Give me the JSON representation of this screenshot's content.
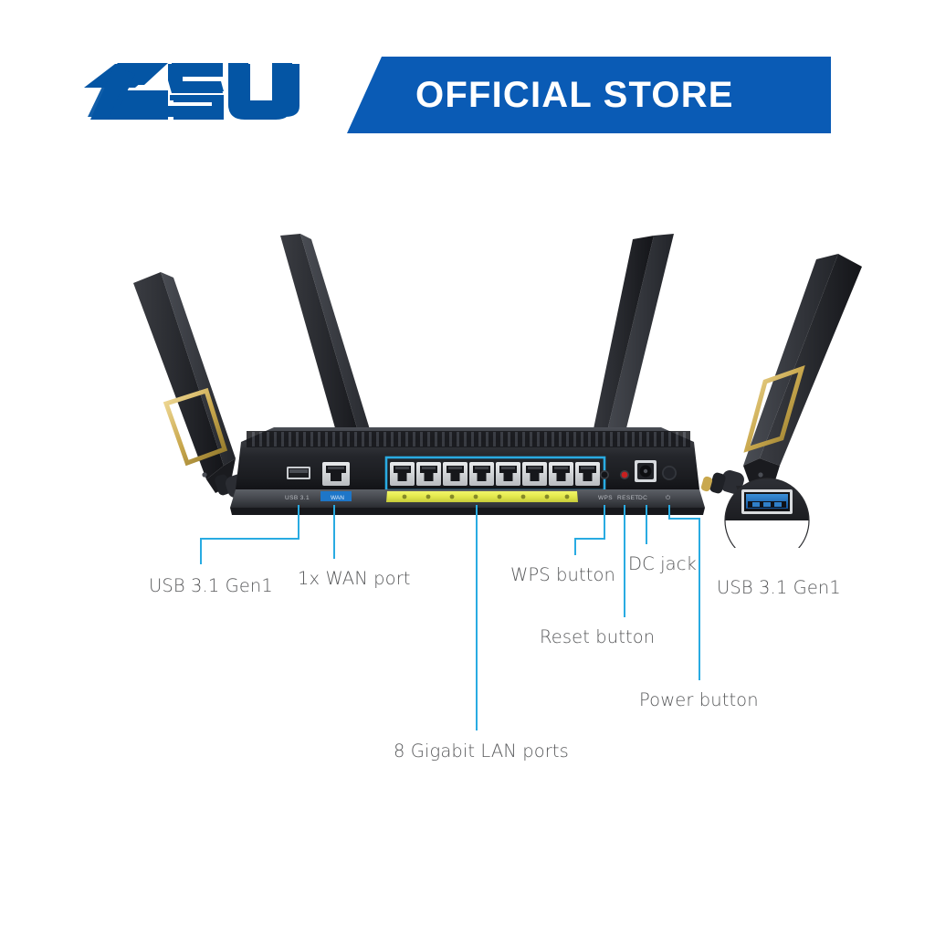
{
  "header": {
    "brand_logo": "asus-logo",
    "brand_name": "ASUS",
    "banner_text": "OFFICIAL STORE",
    "brand_color": "#0455a4",
    "banner_color": "#0a5bb5",
    "banner_text_color": "#ffffff"
  },
  "product": {
    "name": "wireless-router-rear-view",
    "body_color": "#1c1d21",
    "accent_gold": "#d9bd63",
    "led_strip_color": "#e8ec52",
    "highlight_box_color": "#29abe2",
    "antenna_count": 4,
    "lan_port_count": 8,
    "ports": {
      "usb": "USB 3.1 Gen1",
      "wan": "WAN",
      "lan": "LAN",
      "wps_mark": "WPS",
      "reset_mark": "RESET",
      "dc_mark": "DC",
      "power_mark": "power"
    }
  },
  "inset": {
    "name": "usb-zoom-bubble",
    "port_color": "#1b72c4",
    "bubble_color": "#232428"
  },
  "callouts": {
    "line_color": "#29abe2",
    "text_color": "#58595b",
    "items": [
      {
        "id": "usb-3-1-gen1-left",
        "label": "USB 3.1 Gen1"
      },
      {
        "id": "wan-port",
        "label": "1x WAN port"
      },
      {
        "id": "lan-ports",
        "label": "8 Gigabit LAN ports"
      },
      {
        "id": "wps-button",
        "label": "WPS button"
      },
      {
        "id": "reset-button",
        "label": "Reset button"
      },
      {
        "id": "dc-jack",
        "label": "DC jack"
      },
      {
        "id": "power-button",
        "label": "Power button"
      },
      {
        "id": "usb-3-1-gen1-inset",
        "label": "USB 3.1 Gen1"
      }
    ]
  }
}
